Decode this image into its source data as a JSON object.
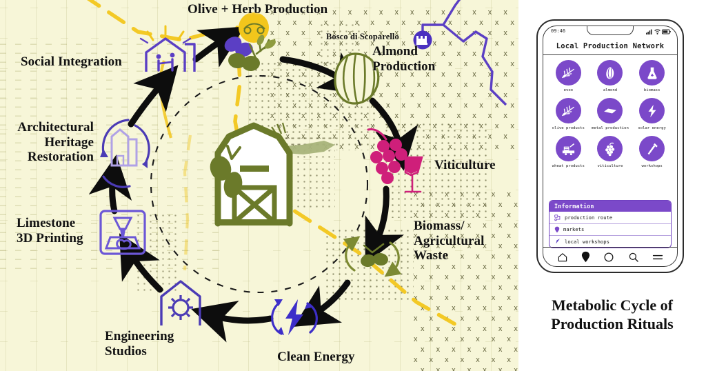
{
  "poster": {
    "title_line1": "Metabolic Cycle of",
    "title_line2": "Production Rituals"
  },
  "diagram": {
    "map_marker_label": "Bosco di Scoparello",
    "nodes": [
      {
        "id": "social-integration",
        "label": "Social Integration",
        "icon": "house-handshake-icon",
        "color": "#5b3fc4"
      },
      {
        "id": "olive-herb-production",
        "label": "Olive + Herb Production",
        "icon": "olives-herb-icon",
        "color": "#6b7a2a"
      },
      {
        "id": "almond-production",
        "label": "Almond Production",
        "icon": "almond-icon",
        "color": "#6b7a2a"
      },
      {
        "id": "viticulture",
        "label": "Viticulture",
        "icon": "grapes-wineglass-icon",
        "color": "#cf1f7a"
      },
      {
        "id": "biomass-agricultural-waste",
        "label": "Biomass/ Agricultural Waste",
        "icon": "olive-recycle-icon",
        "color": "#7d8a33"
      },
      {
        "id": "clean-energy",
        "label": "Clean Energy",
        "icon": "lightning-recycle-icon",
        "color": "#3d2ec9"
      },
      {
        "id": "engineering-studios",
        "label": "Engineering Studios",
        "icon": "gear-house-icon",
        "color": "#4b3bb5"
      },
      {
        "id": "limestone-3d-printing",
        "label": "Limestone 3D Printing",
        "icon": "3d-printer-icon",
        "color": "#6b57d6"
      },
      {
        "id": "architectural-heritage",
        "label": "Architectural Heritage Restoration",
        "icon": "house-recycle-icon",
        "color": "#4b3bb5"
      }
    ],
    "labels": {
      "social_integration": "Social Integration",
      "architectural_l1": "Architectural",
      "architectural_l2": "Heritage",
      "architectural_l3": "Restoration",
      "limestone_l1": "Limestone",
      "limestone_l2": "3D Printing",
      "engineering_l1": "Engineering",
      "engineering_l2": "Studios",
      "clean_energy": "Clean Energy",
      "biomass_l1": "Biomass/",
      "biomass_l2": "Agricultural",
      "biomass_l3": "Waste",
      "viticulture": "Viticulture",
      "almond_l1": "Almond",
      "almond_l2": "Production",
      "olive_herb": "Olive + Herb Production",
      "bosco": "Bosco di Scoparello"
    },
    "center_icon": "barn-olive-icon",
    "colors": {
      "background": "#f7f6d8",
      "olive": "#6b7a2a",
      "purple": "#5b3fc4",
      "magenta": "#cf1f7a",
      "yellow": "#f2c61c",
      "ink": "#111111"
    }
  },
  "phone": {
    "status": {
      "time": "09:46",
      "signal_icon": "signal-bars-icon",
      "wifi_icon": "wifi-icon",
      "battery_icon": "battery-icon"
    },
    "header_title": "Local Production Network",
    "apps": [
      {
        "label": "evoo",
        "icon": "olive-branch-icon"
      },
      {
        "label": "almond",
        "icon": "almond-icon"
      },
      {
        "label": "biomass",
        "icon": "flask-icon"
      },
      {
        "label": "olive products",
        "icon": "olive-branch-icon"
      },
      {
        "label": "metal production",
        "icon": "metal-sheet-icon"
      },
      {
        "label": "solar energy",
        "icon": "lightning-icon"
      },
      {
        "label": "wheat products",
        "icon": "mill-icon"
      },
      {
        "label": "viticulture",
        "icon": "grapes-icon"
      },
      {
        "label": "workshops",
        "icon": "hammer-icon"
      }
    ],
    "info": {
      "header": "Information",
      "rows": [
        {
          "label": "production route",
          "icon": "route-icon"
        },
        {
          "label": "markets",
          "icon": "pin-icon"
        },
        {
          "label": "local workshops",
          "icon": "arrow-icon"
        }
      ]
    },
    "nav": [
      {
        "name": "home",
        "icon": "home-icon"
      },
      {
        "name": "places",
        "icon": "pin-filled-icon"
      },
      {
        "name": "circle",
        "icon": "circle-icon"
      },
      {
        "name": "search",
        "icon": "search-icon"
      },
      {
        "name": "menu",
        "icon": "menu-icon"
      }
    ]
  }
}
